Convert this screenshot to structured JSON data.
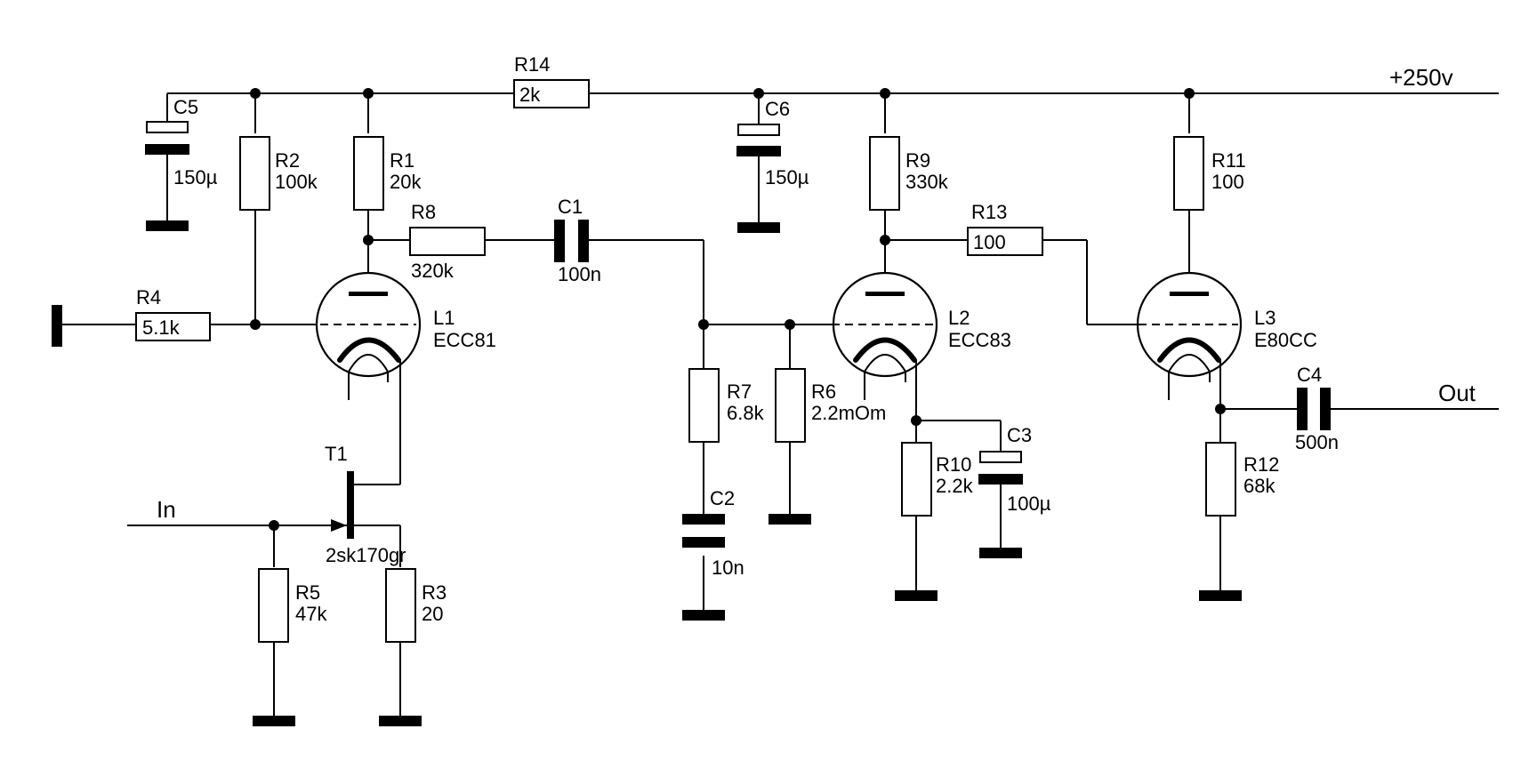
{
  "supply": {
    "label": "+250v"
  },
  "io": {
    "in_label": "In",
    "out_label": "Out"
  },
  "resistors": {
    "R1": {
      "name": "R1",
      "value": "20k"
    },
    "R2": {
      "name": "R2",
      "value": "100k"
    },
    "R3": {
      "name": "R3",
      "value": "20"
    },
    "R4": {
      "name": "R4",
      "value": "5.1k"
    },
    "R5": {
      "name": "R5",
      "value": "47k"
    },
    "R6": {
      "name": "R6",
      "value": "2.2mOm"
    },
    "R7": {
      "name": "R7",
      "value": "6.8k"
    },
    "R8": {
      "name": "R8",
      "value": "320k"
    },
    "R9": {
      "name": "R9",
      "value": "330k"
    },
    "R10": {
      "name": "R10",
      "value": "2.2k"
    },
    "R11": {
      "name": "R11",
      "value": "100"
    },
    "R12": {
      "name": "R12",
      "value": "68k"
    },
    "R13": {
      "name": "R13",
      "value": "100"
    },
    "R14": {
      "name": "R14",
      "value": "2k"
    }
  },
  "capacitors": {
    "C1": {
      "name": "C1",
      "value": "100n"
    },
    "C2": {
      "name": "C2",
      "value": "10n"
    },
    "C3": {
      "name": "C3",
      "value": "100µ"
    },
    "C4": {
      "name": "C4",
      "value": "500n"
    },
    "C5": {
      "name": "C5",
      "value": "150µ"
    },
    "C6": {
      "name": "C6",
      "value": "150µ"
    }
  },
  "tubes": {
    "L1": {
      "name": "L1",
      "type": "ECC81"
    },
    "L2": {
      "name": "L2",
      "type": "ECC83"
    },
    "L3": {
      "name": "L3",
      "type": "E80CC"
    }
  },
  "transistor": {
    "name": "T1",
    "type": "2sk170gr"
  }
}
